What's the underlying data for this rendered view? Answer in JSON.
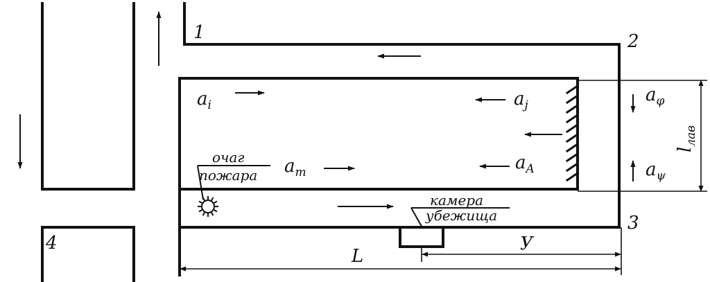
{
  "diagram": {
    "node_labels": {
      "n1": "1",
      "n2": "2",
      "n3": "3",
      "n4": "4"
    },
    "symbols": {
      "a_i": {
        "base": "a",
        "sub": "i"
      },
      "a_j": {
        "base": "a",
        "sub": "j"
      },
      "a_m": {
        "base": "a",
        "sub": "m"
      },
      "a_A": {
        "base": "a",
        "sub": "A"
      },
      "a_phi": {
        "base": "a",
        "sub": "φ"
      },
      "a_psi": {
        "base": "a",
        "sub": "ψ"
      }
    },
    "fire_source": {
      "line1": "очаг",
      "line2": "пожара"
    },
    "refuge_chamber": {
      "line1": "камера",
      "line2": "убежища"
    },
    "dimensions": {
      "length": "L",
      "distance": "У",
      "face_length": {
        "base": "l",
        "sub": "лав"
      }
    },
    "colors": {
      "ink": "#111111",
      "background": "#ffffff"
    }
  }
}
